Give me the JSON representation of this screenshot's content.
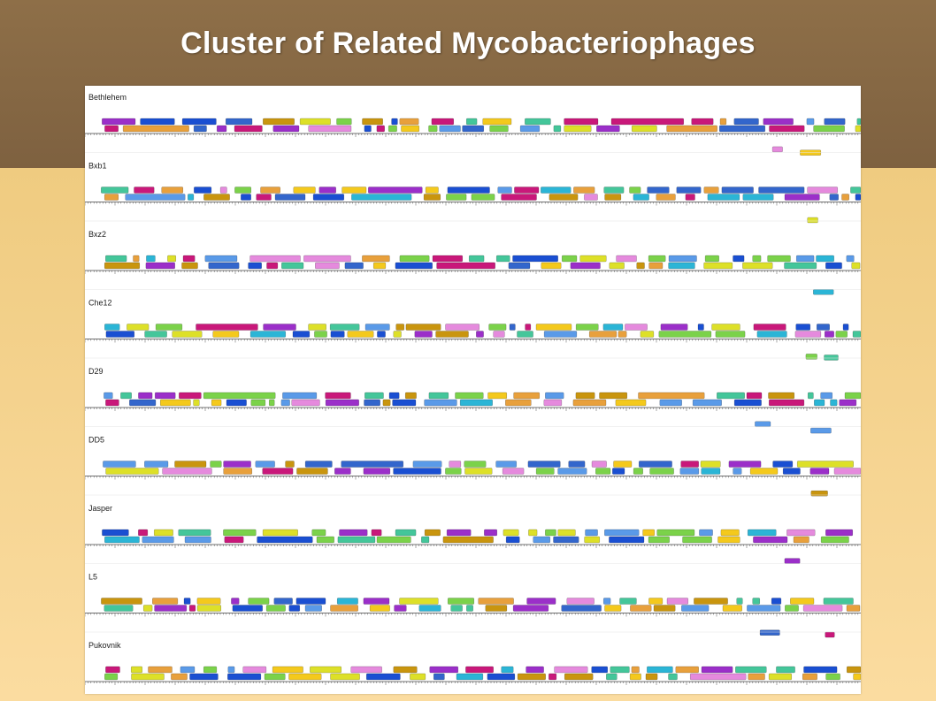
{
  "slide": {
    "title": "Cluster of Related Mycobacteriophages"
  },
  "colors": {
    "top_band": "#8E6F48",
    "bottom_band": "#F5D792",
    "title_text": "#FFFFFF",
    "gene_palette": [
      "#F4C91C",
      "#7BD24A",
      "#C9187A",
      "#C9950E",
      "#1A4FD2",
      "#5A9AE8",
      "#2BB5D6",
      "#44C69A",
      "#9B2FC9",
      "#E58ADD",
      "#DDE028",
      "#3366CC",
      "#E8A03C"
    ]
  },
  "genome_map": {
    "phages": [
      {
        "name": "Bethlehem"
      },
      {
        "name": "Bxb1"
      },
      {
        "name": "Bxz2"
      },
      {
        "name": "Che12"
      },
      {
        "name": "D29"
      },
      {
        "name": "DD5"
      },
      {
        "name": "Jasper"
      },
      {
        "name": "L5"
      },
      {
        "name": "Pukovnik"
      }
    ]
  }
}
